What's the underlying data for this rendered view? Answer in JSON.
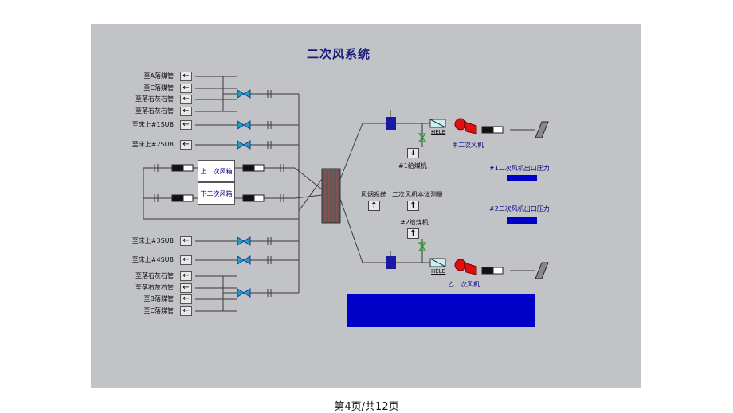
{
  "title": "二次风系统",
  "left_labels": {
    "to_a_coal_pipe": "至A落煤管",
    "to_c_coal_pipe": "至C落煤管",
    "to_limestone_pipe_1": "至落石灰石管",
    "to_limestone_pipe_2": "至落石灰石管",
    "to_bed_sub1": "至床上#1SUB",
    "to_bed_sub2": "至床上#2SUB",
    "to_bed_sub3": "至床上#3SUB",
    "to_bed_sub4": "至床上#4SUB",
    "to_limestone_pipe_3": "至落石灰石管",
    "to_limestone_pipe_4": "至落石灰石管",
    "to_b_coal_pipe": "至B落煤管",
    "to_c_coal_pipe_2": "至C落煤管"
  },
  "boxes": {
    "upper_air_box": "上二次风箱",
    "lower_air_box": "下二次风箱"
  },
  "right_labels": {
    "fan_a": "甲二次风机",
    "fan_b": "乙二次风机",
    "feeder_1": "#1给煤机",
    "feeder_2": "#2给煤机",
    "flue_gas_system": "风烟系统",
    "fan_body_measure": "二次风机本体测量",
    "helb_a": "HELB",
    "helb_b": "HELB",
    "outlet_pressure_1": "#1二次风机出口压力",
    "outlet_pressure_2": "#2二次风机出口压力"
  },
  "buttons": {
    "arrow_left": "←",
    "arrow_up": "↑",
    "arrow_down": "↓"
  },
  "footer": "第4页/共12页",
  "colors": {
    "panel": "#c2c3c7",
    "pipe": "#3a3a3a",
    "valve_blue": "#1aa3c8",
    "damper_blue": "#1a1aa0",
    "fan_red": "#e01010",
    "pressure_bar": "#0000c8",
    "alarm_bar": "#0000c8"
  },
  "icons": [
    "arrow-left-icon",
    "butterfly-valve-icon",
    "gate-valve-icon",
    "fan-icon",
    "heater-icon",
    "damper-icon",
    "air-intake-icon"
  ]
}
